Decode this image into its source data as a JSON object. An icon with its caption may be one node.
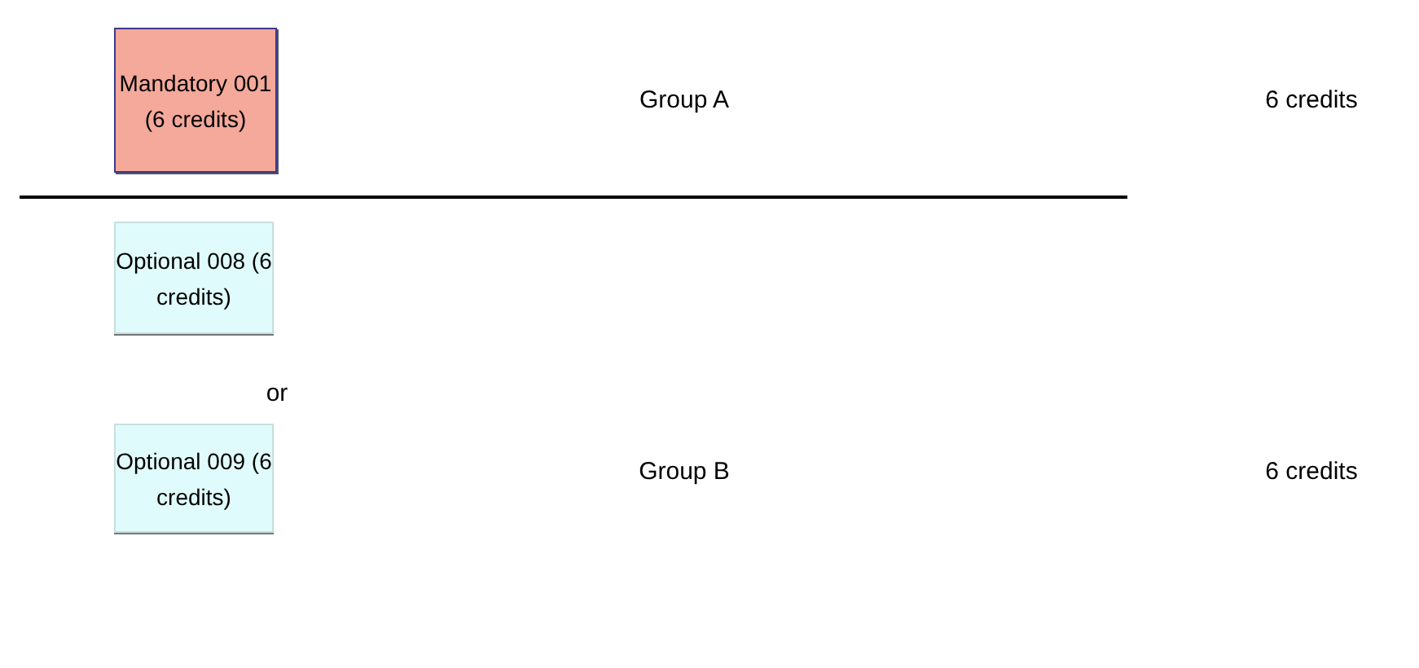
{
  "diagram": {
    "nodes": [
      {
        "text": [
          "Mandatory 001 (6 credits)"
        ]
      },
      {
        "text": [
          "Optional 008 (6 credits)"
        ]
      },
      {
        "text": [
          "Optional 009 (6 credits)"
        ]
      }
    ],
    "labels": [
      "Group A",
      "6 credits",
      "or",
      "Group B",
      "6 credits"
    ]
  }
}
